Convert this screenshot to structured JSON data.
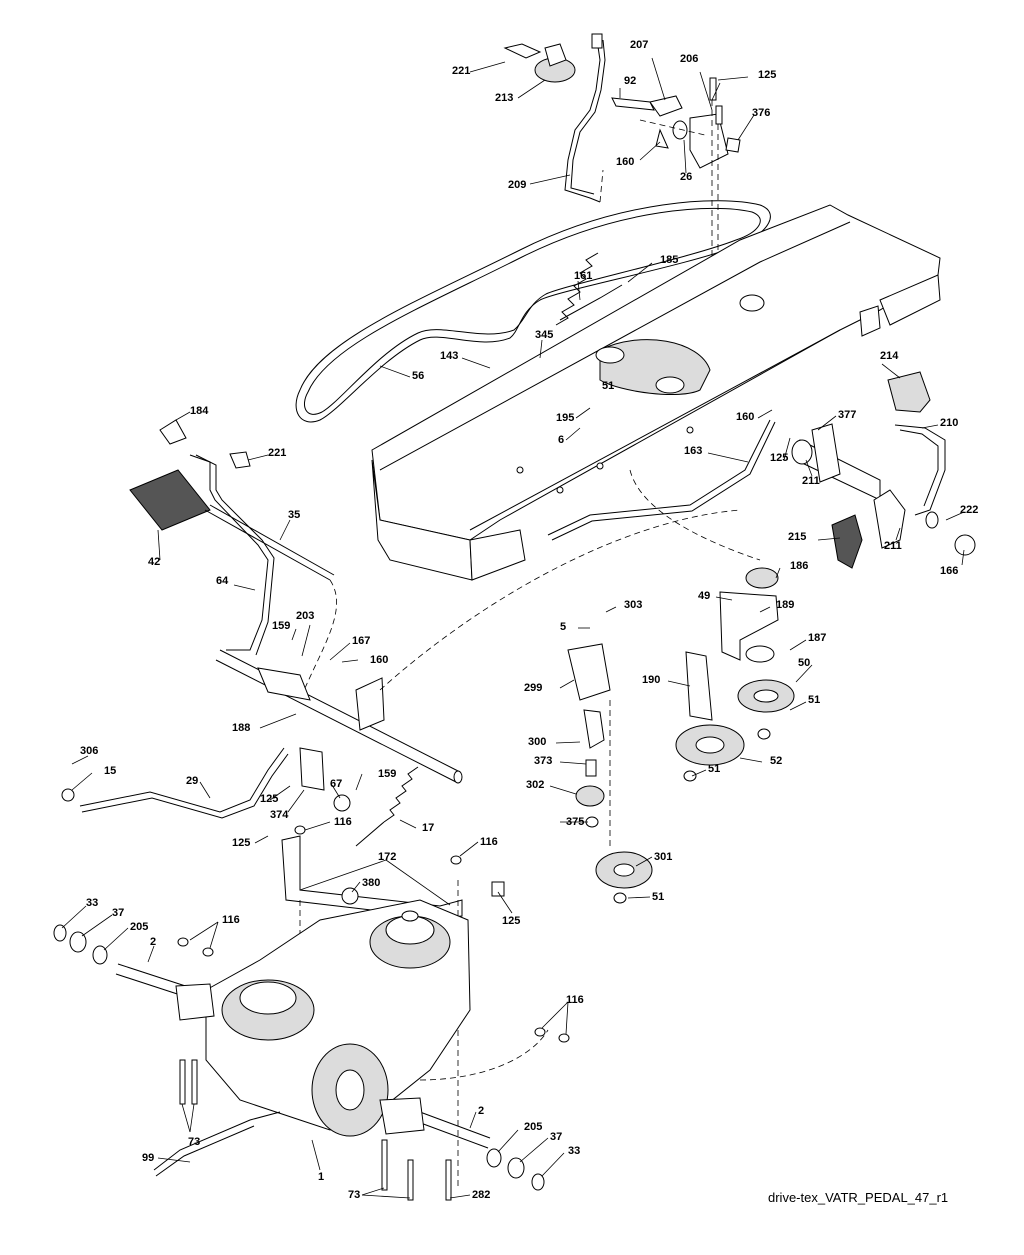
{
  "diagram": {
    "caption": "drive-tex_VATR_PEDAL_47_r1",
    "part_labels": [
      "221",
      "213",
      "207",
      "206",
      "125",
      "92",
      "376",
      "160",
      "26",
      "209",
      "185",
      "161",
      "345",
      "143",
      "56",
      "51",
      "195",
      "6",
      "184",
      "221",
      "214",
      "210",
      "377",
      "160",
      "125",
      "163",
      "211",
      "211",
      "222",
      "166",
      "215",
      "186",
      "35",
      "42",
      "64",
      "49",
      "303",
      "189",
      "5",
      "187",
      "299",
      "190",
      "50",
      "51",
      "159",
      "203",
      "167",
      "160",
      "188",
      "300",
      "373",
      "52",
      "51",
      "306",
      "15",
      "29",
      "125",
      "374",
      "67",
      "159",
      "302",
      "17",
      "116",
      "375",
      "125",
      "116",
      "172",
      "380",
      "301",
      "125",
      "51",
      "33",
      "37",
      "205",
      "116",
      "2",
      "116",
      "73",
      "99",
      "1",
      "2",
      "205",
      "37",
      "33",
      "73",
      "282"
    ]
  }
}
